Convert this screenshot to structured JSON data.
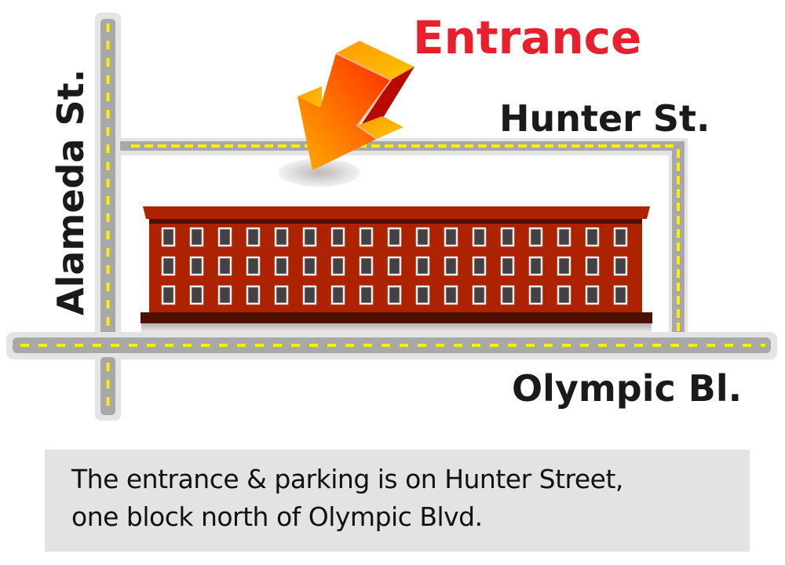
{
  "title": "Entrance",
  "streets": {
    "alameda": "Alameda St.",
    "hunter": "Hunter St.",
    "olympic": "Olympic Bl."
  },
  "caption": {
    "line1": "The entrance & parking is on Hunter Street,",
    "line2": "one block north of Olympic Blvd."
  },
  "colors": {
    "title": "#e8202e",
    "road": "#a8a8a8",
    "road_edge": "#e4e4e4",
    "road_dash": "#ffee00",
    "building": "#ad2200",
    "building_dark": "#4e1000",
    "window": "#434144",
    "arrow": "#ff6a00"
  }
}
